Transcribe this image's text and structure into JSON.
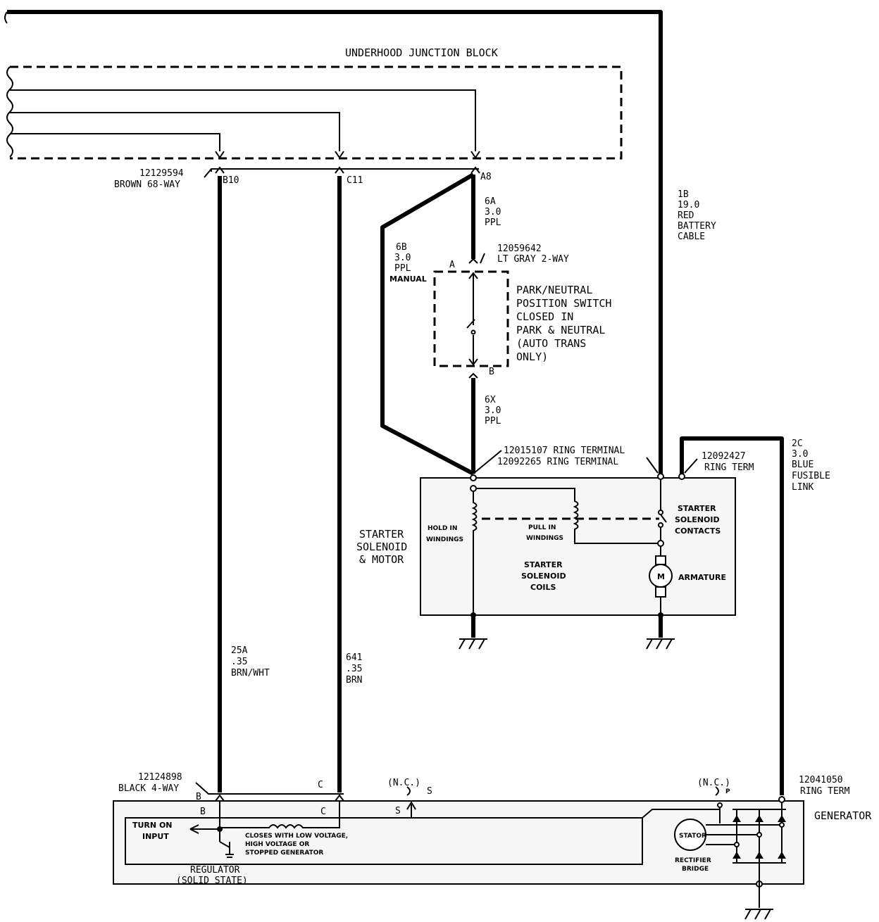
{
  "labels": {
    "junction_block": "UNDERHOOD JUNCTION BLOCK",
    "conn_brown_pn": "12129594",
    "conn_brown_desc": "BROWN 68-WAY",
    "pin_b10": "B10",
    "pin_c11": "C11",
    "pin_a8": "A8",
    "w6a_1": "6A",
    "w6a_2": "3.0",
    "w6a_3": "PPL",
    "w6b_1": "6B",
    "w6b_2": "3.0",
    "w6b_3": "PPL",
    "w6b_4": "MANUAL",
    "conn_ltgray_pn": "12059642",
    "conn_ltgray_desc": "LT GRAY 2-WAY",
    "pin_a": "A",
    "pin_b": "B",
    "pns_1": "PARK/NEUTRAL",
    "pns_2": "POSITION SWITCH",
    "pns_3": "CLOSED IN",
    "pns_4": "PARK & NEUTRAL",
    "pns_5": "(AUTO TRANS",
    "pns_6": "ONLY)",
    "w6x_1": "6X",
    "w6x_2": "3.0",
    "w6x_3": "PPL",
    "ring1": "12015107 RING TERMINAL",
    "ring2": "12092265 RING TERMINAL",
    "w1b_1": "1B",
    "w1b_2": "19.0",
    "w1b_3": "RED",
    "w1b_4": "BATTERY",
    "w1b_5": "CABLE",
    "ring3_pn": "12092427",
    "ring3_desc": "RING   TERM",
    "w2c_1": "2C",
    "w2c_2": "3.0",
    "w2c_3": "BLUE",
    "w2c_4": "FUSIBLE",
    "w2c_5": "LINK",
    "solcontacts_1": "STARTER",
    "solcontacts_2": "SOLENOID",
    "solcontacts_3": "CONTACTS",
    "holdin_1": "HOLD IN",
    "holdin_2": "WINDINGS",
    "pullin_1": "PULL IN",
    "pullin_2": "WINDINGS",
    "coils_1": "STARTER",
    "coils_2": "SOLENOID",
    "coils_3": "COILS",
    "armature": "ARMATURE",
    "motor_m": "M",
    "ssm_1": "STARTER",
    "ssm_2": "SOLENOID",
    "ssm_3": "& MOTOR",
    "w25a_1": "25A",
    "w25a_2": ".35",
    "w25a_3": "BRN/WHT",
    "w641_1": "641",
    "w641_2": ".35",
    "w641_3": "BRN",
    "conn_black_pn": "12124898",
    "conn_black_desc": "BLACK 4-WAY",
    "pin_gb": "B",
    "pin_gc": "C",
    "pin_gs": "S",
    "pin_gp": "P",
    "nc1": "(N.C.)",
    "nc2": "(N.C.)",
    "ring4_pn": "12041050",
    "ring4_desc": "RING TERM",
    "generator": "GENERATOR",
    "turn_on_1": "TURN ON",
    "turn_on_2": "INPUT",
    "closes_1": "CLOSES WITH LOW VOLTAGE,",
    "closes_2": "HIGH VOLTAGE OR",
    "closes_3": "STOPPED GENERATOR",
    "regulator_1": "REGULATOR",
    "regulator_2": "(SOLID STATE)",
    "stator": "STATOR",
    "rectifier_1": "RECTIFIER",
    "rectifier_2": "BRIDGE"
  }
}
